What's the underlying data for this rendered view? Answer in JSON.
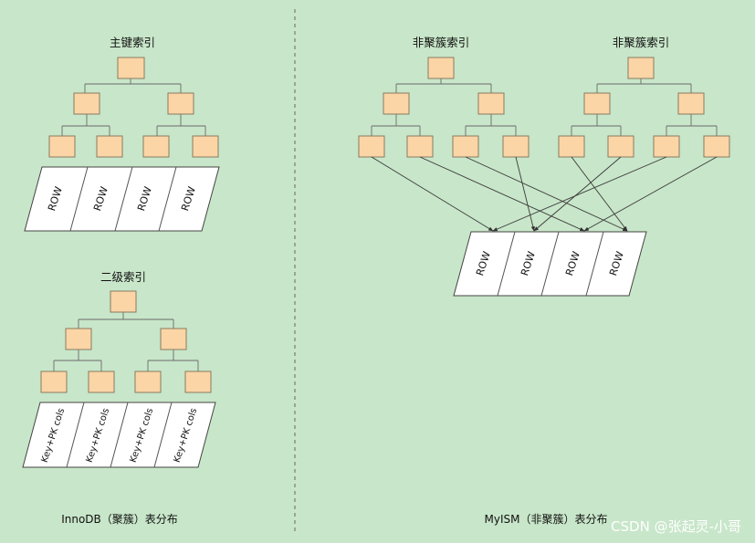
{
  "divider": {
    "color": "#666666"
  },
  "colors": {
    "background": "#c8e6c9",
    "node_fill": "#fbd5a6",
    "node_stroke": "#8a7a60",
    "band_fill": "#ffffff"
  },
  "innodb": {
    "primary_index_title": "主键索引",
    "secondary_index_title": "二级索引",
    "primary_rows": [
      "ROW",
      "ROW",
      "ROW",
      "ROW"
    ],
    "secondary_rows": [
      "Key+PK cols",
      "Key+PK cols",
      "Key+PK cols",
      "Key+PK cols"
    ],
    "caption": "InnoDB（聚簇）表分布"
  },
  "myisam": {
    "tree_titles": [
      "非聚簇索引",
      "非聚簇索引"
    ],
    "rows": [
      "ROW",
      "ROW",
      "ROW",
      "ROW"
    ],
    "caption": "MyISM（非聚簇）表分布"
  },
  "watermark": "CSDN @张起灵-小哥"
}
